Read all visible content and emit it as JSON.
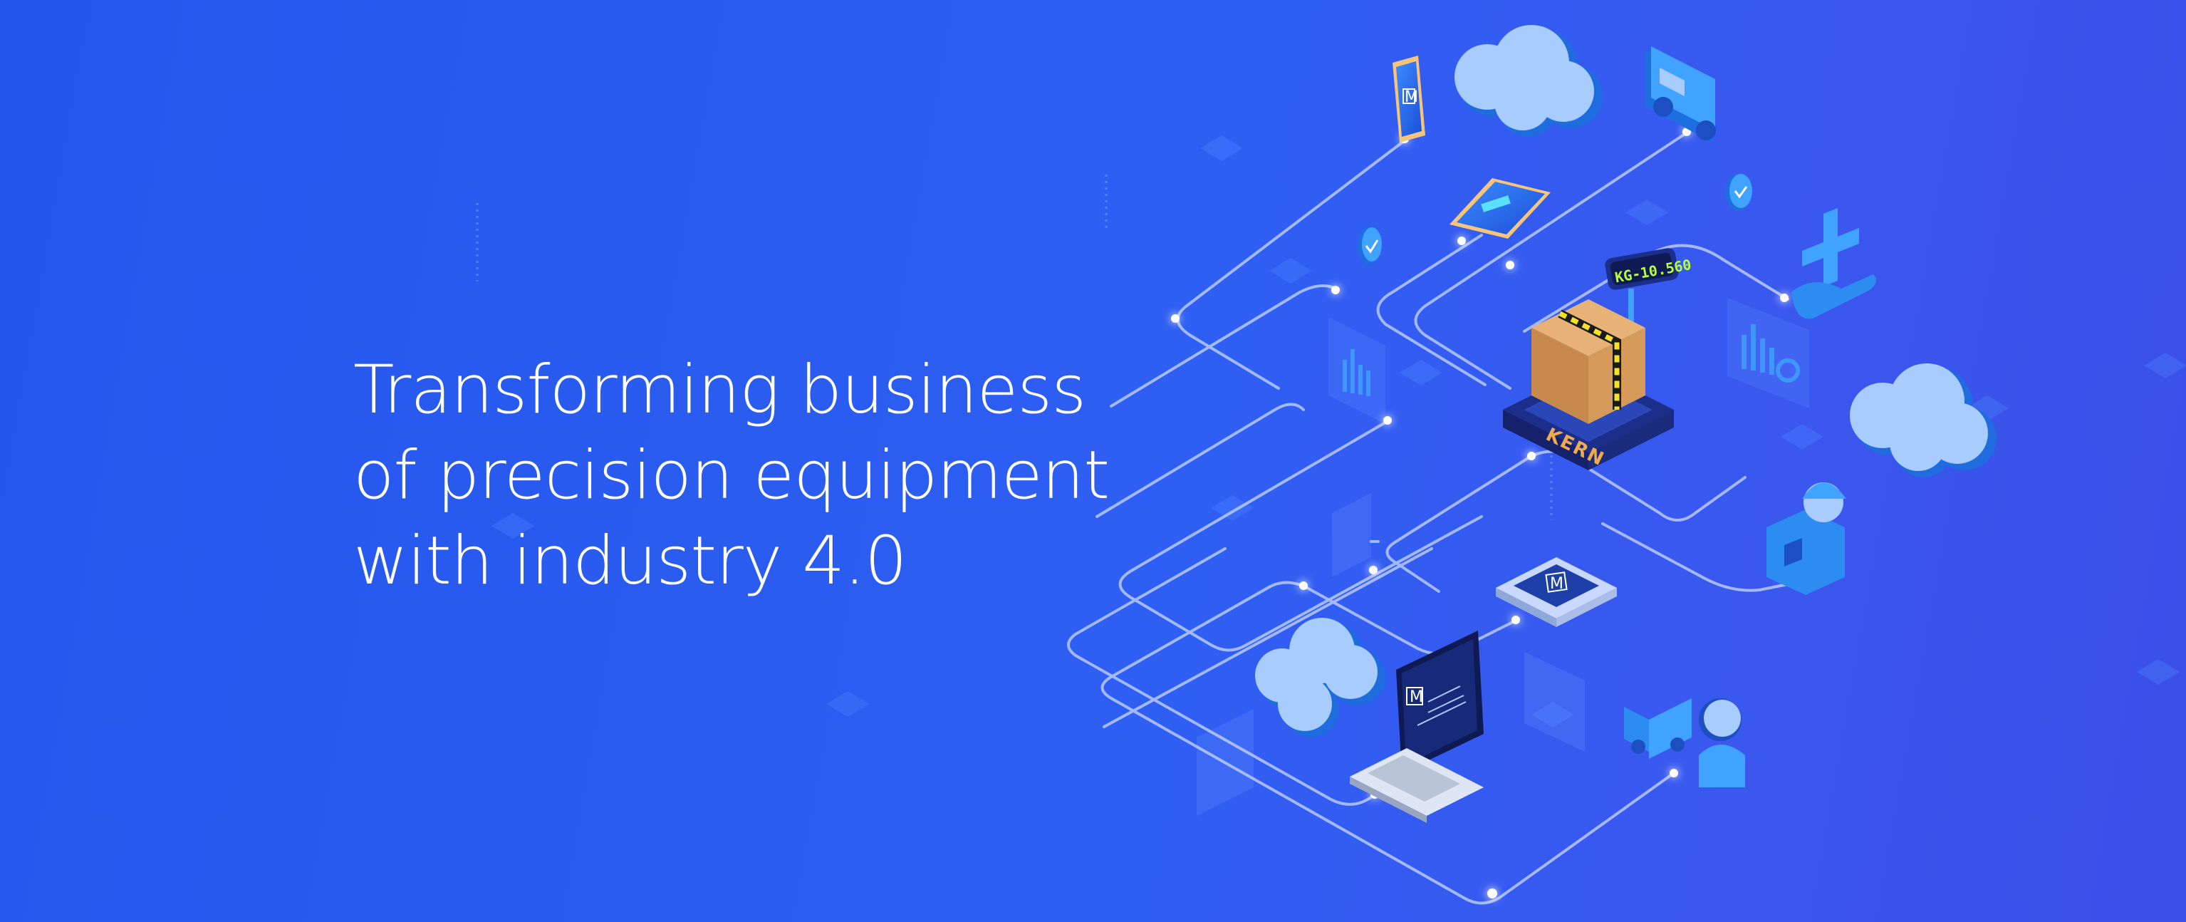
{
  "hero": {
    "line1": "Transforming business",
    "line2": "of precision equipment",
    "line3": "with industry 4.0"
  },
  "scale": {
    "display_readout": "KG-10.560",
    "brand": "KERN"
  },
  "device_logo_letter": "M",
  "icons": [
    "smartphone-icon",
    "tablet-icon",
    "cloud-icon",
    "delivery-truck-icon",
    "checkmark-badge-icon",
    "medical-cross-hand-icon",
    "weighing-scale-icon",
    "package-box-icon",
    "bar-chart-panel-icon",
    "engineer-worker-icon",
    "microchip-icon",
    "laptop-icon",
    "support-agent-truck-icon"
  ],
  "colors": {
    "background_start": "#2456ee",
    "background_end": "#3b4fe6",
    "text": "#ffffff",
    "network_line": "#c9d8ff",
    "cloud": "#a9ccff",
    "icon_blue": "#3fa3ff",
    "box": "#d69a5a",
    "readout": "#b7ff3c"
  }
}
